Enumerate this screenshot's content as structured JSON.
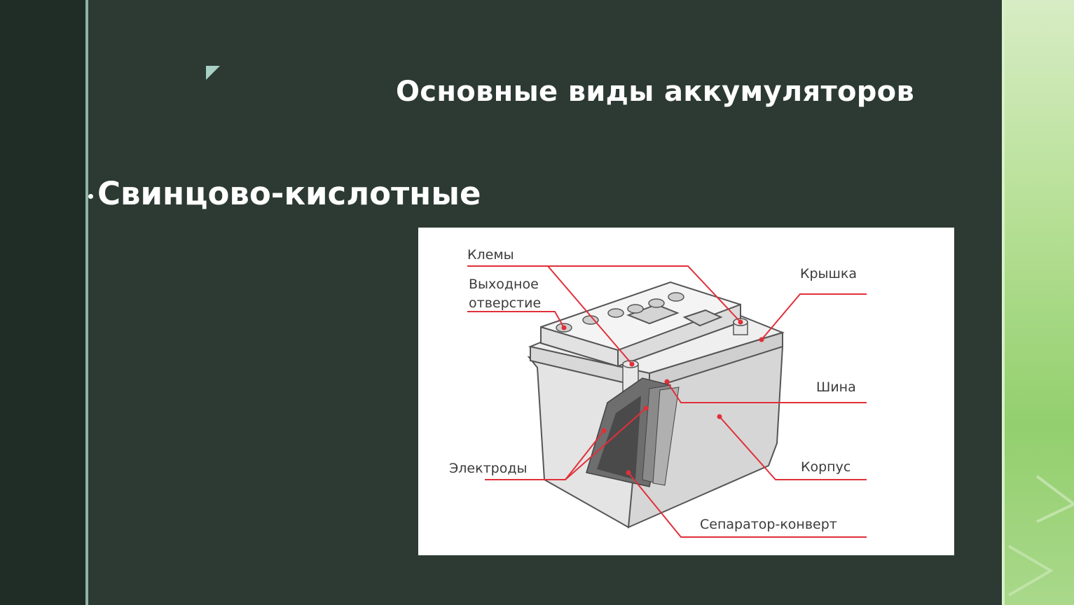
{
  "slide": {
    "title": "Основные виды аккумуляторов",
    "bullet": "Свинцово-кислотные"
  },
  "figure": {
    "labels": {
      "klemy": "Клемы",
      "vykhodnoe_line1": "Выходное",
      "vykhodnoe_line2": "отверстие",
      "kryshka": "Крышка",
      "shina": "Шина",
      "elektrody": "Электроды",
      "korpus": "Корпус",
      "separator": "Сепаратор-конверт"
    },
    "leader_color": "#e0303a"
  },
  "colors": {
    "background": "#2c3a33",
    "left_band": "#202c26",
    "accent_green": "#93cf6e",
    "text": "#ffffff"
  }
}
